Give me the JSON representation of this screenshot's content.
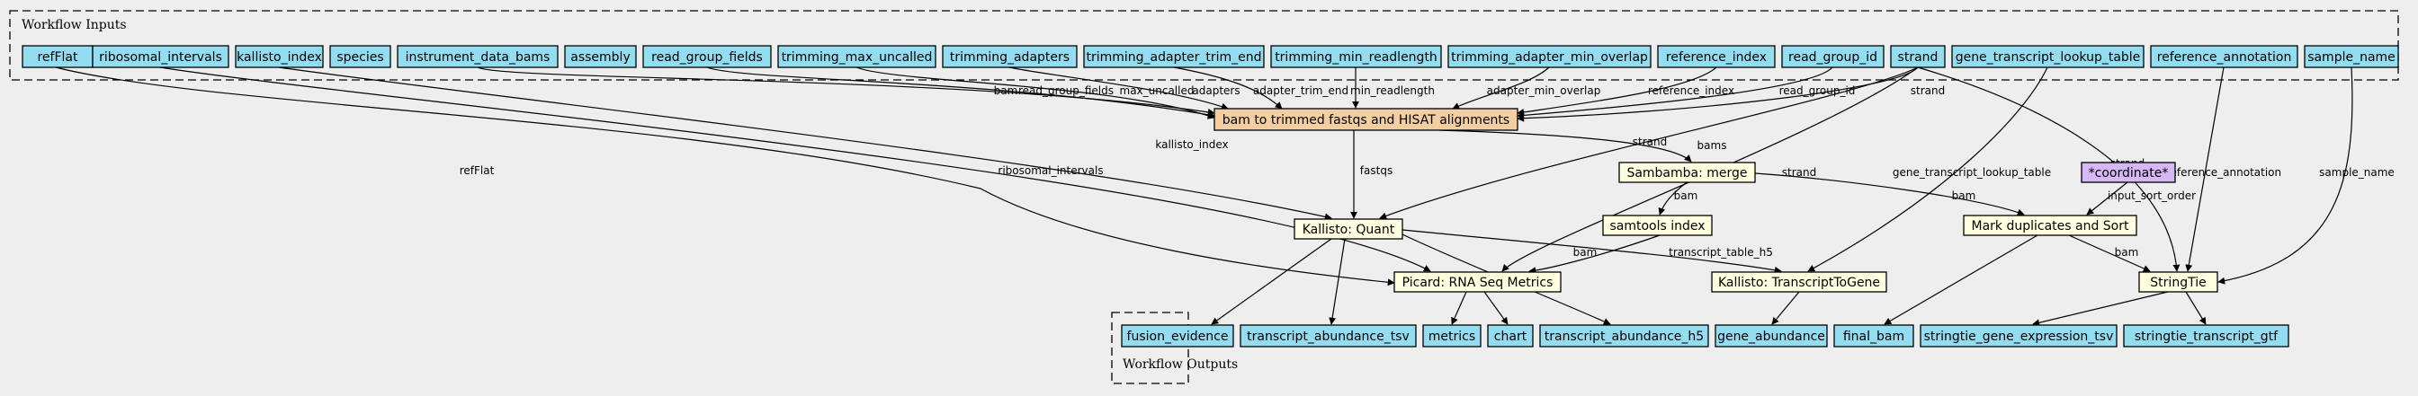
{
  "diagram": {
    "colors": {
      "background": "#eeeeee",
      "io_node": "#94ddf0",
      "main_step": "#f3cea1",
      "step": "#ffffe0",
      "special": "#d5b8f5"
    },
    "clusters": {
      "inputs": "Workflow Inputs",
      "outputs": "Workflow Outputs"
    },
    "nodes": {
      "refFlat": "refFlat",
      "ribosomal_intervals": "ribosomal_intervals",
      "kallisto_index": "kallisto_index",
      "species": "species",
      "instrument_data_bams": "instrument_data_bams",
      "assembly": "assembly",
      "read_group_fields": "read_group_fields",
      "trimming_max_uncalled": "trimming_max_uncalled",
      "trimming_adapters": "trimming_adapters",
      "trimming_adapter_trim_end": "trimming_adapter_trim_end",
      "trimming_min_readlength": "trimming_min_readlength",
      "trimming_adapter_min_overlap": "trimming_adapter_min_overlap",
      "reference_index": "reference_index",
      "read_group_id": "read_group_id",
      "strand": "strand",
      "gene_transcript_lookup_table": "gene_transcript_lookup_table",
      "reference_annotation": "reference_annotation",
      "sample_name": "sample_name",
      "bam_to_trimmed": "bam to trimmed fastqs and HISAT alignments",
      "sambamba_merge": "Sambamba: merge",
      "coordinate": "*coordinate*",
      "samtools_index": "samtools index",
      "kallisto_quant": "Kallisto: Quant",
      "mark_dup_sort": "Mark duplicates and Sort",
      "picard_rnaseq": "Picard: RNA Seq Metrics",
      "kallisto_t2g": "Kallisto: TranscriptToGene",
      "stringtie": "StringTie",
      "fusion_evidence": "fusion_evidence",
      "transcript_abundance_tsv": "transcript_abundance_tsv",
      "metrics": "metrics",
      "chart": "chart",
      "transcript_abundance_h5": "transcript_abundance_h5",
      "gene_abundance": "gene_abundance",
      "final_bam": "final_bam",
      "stringtie_gene_expression_tsv": "stringtie_gene_expression_tsv",
      "stringtie_transcript_gtf": "stringtie_transcript_gtf"
    },
    "edge_labels": {
      "bam": "bam",
      "read_group_fields": "read_group_fields",
      "max_uncalled": "max_uncalled",
      "adapters": "adapters",
      "adapter_trim_end": "adapter_trim_end",
      "min_readlength": "min_readlength",
      "adapter_min_overlap": "adapter_min_overlap",
      "reference_index": "reference_index",
      "read_group_id": "read_group_id",
      "strand": "strand",
      "refFlat": "refFlat",
      "ribosomal_intervals": "ribosomal_intervals",
      "kallisto_index": "kallisto_index",
      "fastqs": "fastqs",
      "bams": "bams",
      "gene_transcript_lookup_table": "gene_transcript_lookup_table",
      "reference_annotation": "reference_annotation",
      "sample_name": "sample_name",
      "input_sort_order": "input_sort_order",
      "transcript_table_h5": "transcript_table_h5"
    }
  }
}
